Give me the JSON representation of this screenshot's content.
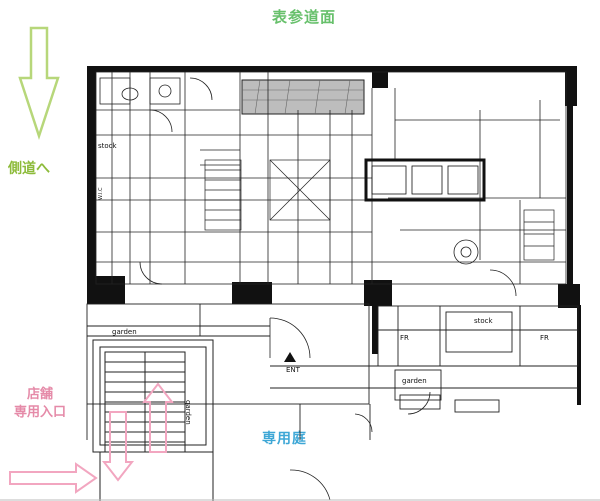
{
  "labels": {
    "top_street": "表参道面",
    "side_road": "側道へ",
    "private_garden": "専用庭",
    "shop_entrance_line1": "店舗",
    "shop_entrance_line2": "専用入口"
  },
  "rooms": {
    "stock_left": "stock",
    "stock_right": "stock",
    "garden_left": "garden",
    "garden_center": "garden",
    "garden_right": "garden",
    "fr_left": "FR",
    "fr_right": "FR",
    "ent": "ENT",
    "wic": "W.I.C"
  },
  "colors": {
    "street_green": "#67c06b",
    "side_green": "#8dbb3a",
    "garden_blue": "#3ea7d6",
    "entrance_pink": "#e58aa8",
    "wall": "#111111"
  }
}
